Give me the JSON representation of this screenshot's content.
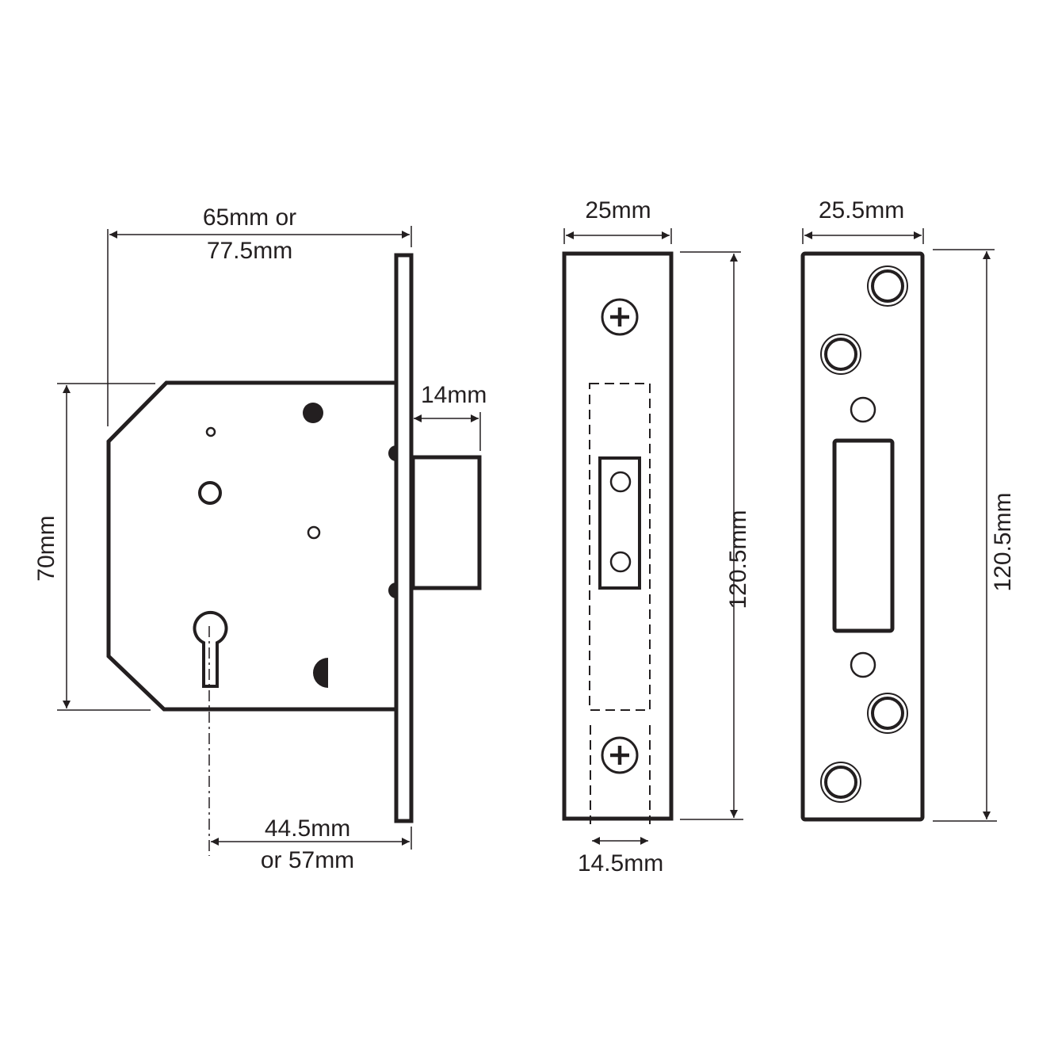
{
  "diagram": {
    "subject": "Mortice deadlock dimensions",
    "colors": {
      "line": "#231f20",
      "background": "#ffffff"
    },
    "lock_body": {
      "width_label_line1": "65mm or",
      "width_label_line2": "77.5mm",
      "height_label": "70mm",
      "bolt_throw_label": "14mm",
      "backset_label_line1": "44.5mm",
      "backset_label_line2": "or 57mm",
      "features": [
        "keyhole-icon",
        "spindle-hole-icon",
        "fixing-hole-icon",
        "bolt"
      ]
    },
    "forend": {
      "width_label": "25mm",
      "height_label": "120.5mm",
      "body_width_label": "14.5mm",
      "features": [
        "phillips-screw-icon-top",
        "phillips-screw-icon-bottom",
        "bolt-aperture",
        "dashed-lock-case-outline"
      ]
    },
    "strike_plate": {
      "width_label": "25.5mm",
      "height_label": "120.5mm",
      "features": [
        "countersunk-hole-icon x4",
        "small-hole-icon x2",
        "bolt-receiver-slot"
      ]
    }
  }
}
